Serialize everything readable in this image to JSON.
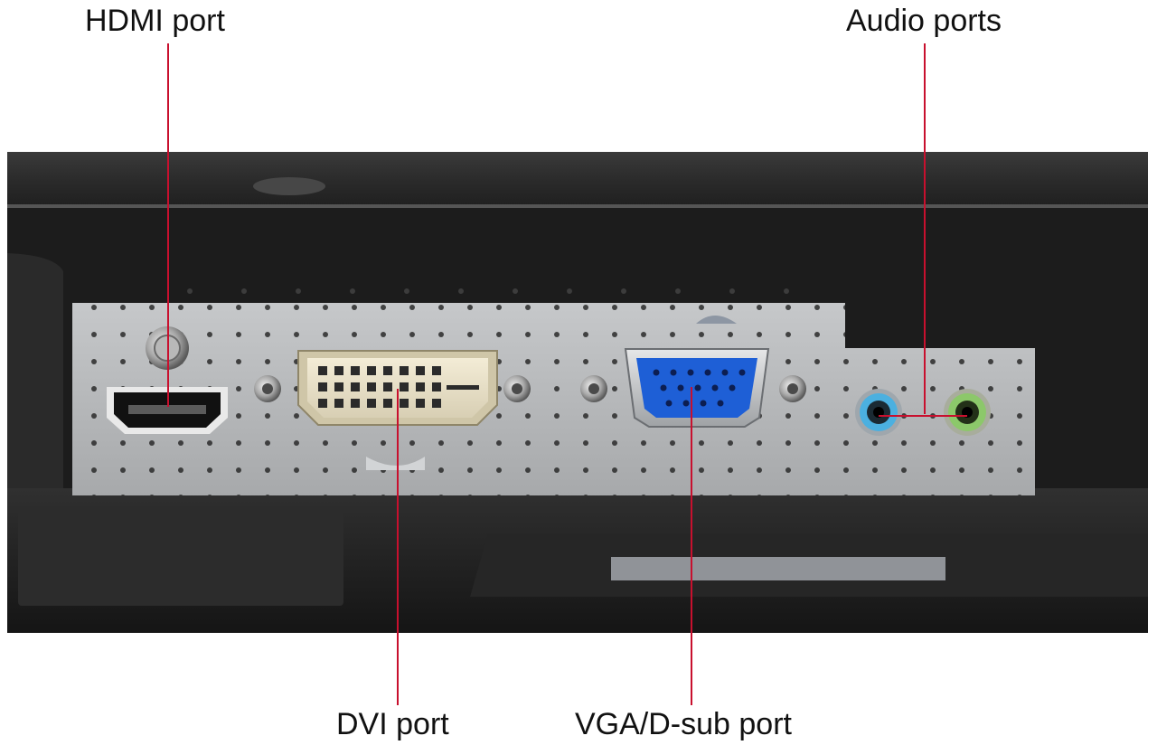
{
  "labels": {
    "hdmi": "HDMI port",
    "audio": "Audio ports",
    "dvi": "DVI port",
    "vga": "VGA/D-sub port"
  },
  "colors": {
    "callout_line": "#c8102e",
    "vga_connector": "#1e5fd6",
    "audio_line_in": "#4bb0e0",
    "audio_line_out": "#8cc86a"
  }
}
